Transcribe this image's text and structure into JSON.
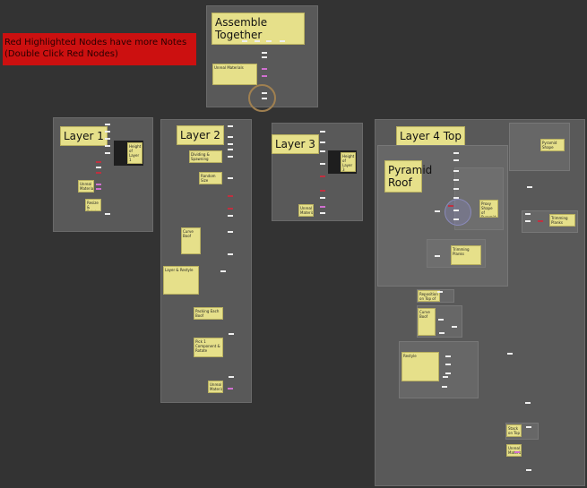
{
  "banner": {
    "line1": "Red Highlighted Nodes have more Notes",
    "line2": "(Double Click Red Nodes)",
    "color": "#cc1010"
  },
  "groups": {
    "assemble": {
      "title": "Assemble Together",
      "notes": [
        "Unreal Materials"
      ]
    },
    "layer1": {
      "title": "Layer 1",
      "notes": [
        "Height of Layer 1",
        "Unreal Materials",
        "Resize & Rotate"
      ]
    },
    "layer2": {
      "title": "Layer 2",
      "notes": [
        "Dividing & Spawning",
        "Random Size",
        "Curve Boof",
        "Layer & Restyle",
        "Packing Each Boof",
        "Pick 1 Component & Rotate",
        "Unreal Materials"
      ]
    },
    "layer3": {
      "title": "Layer 3",
      "notes": [
        "Height of Layer 3",
        "Unreal Materials"
      ]
    },
    "layer4": {
      "title": "Layer 4 Top",
      "subtitle": "Pyramid Roof",
      "notes": [
        "Pyramid Shape",
        "Proxy Shape of Pyramid",
        "Trimming Planks",
        "Trimming Planks",
        "Reposition on Top of Walls",
        "Curve Boof",
        "Restyle",
        "Stack on Top",
        "Unreal Materials"
      ]
    }
  },
  "colors": {
    "background": "#333333",
    "group": "#595959",
    "note": "#e6e08a",
    "highlight_node": "#c03040"
  }
}
